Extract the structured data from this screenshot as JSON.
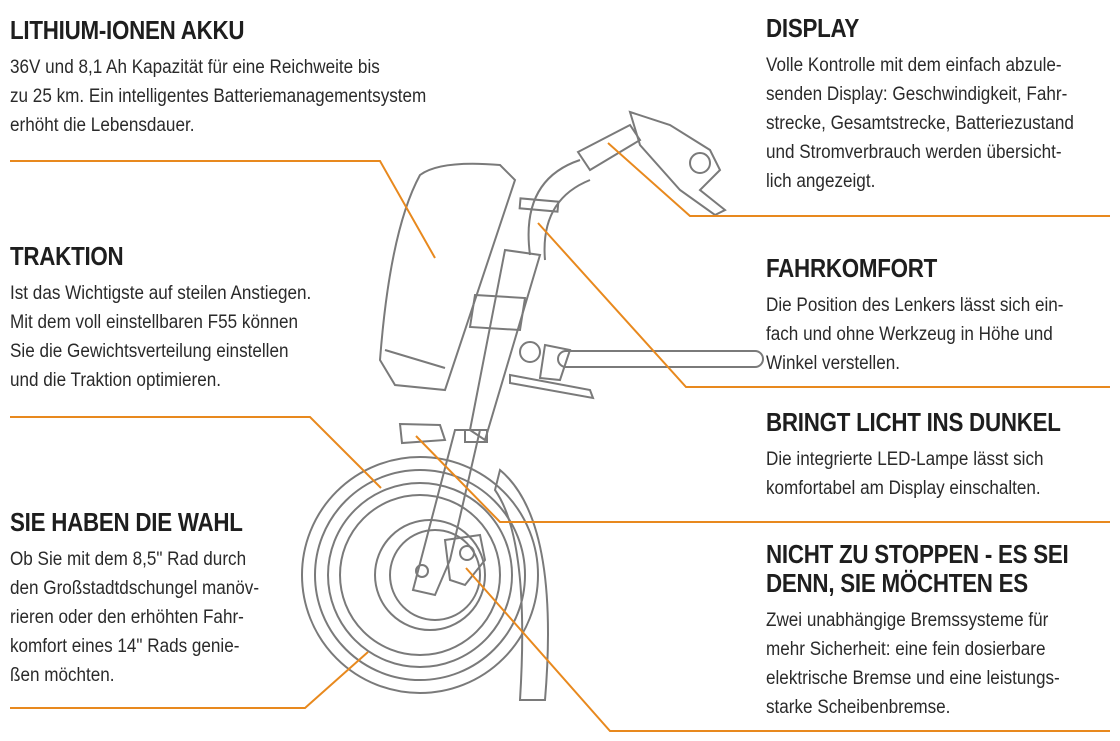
{
  "accent_color": "#e8891e",
  "drawing_color": "#7a7a7a",
  "sections": {
    "akku": {
      "title": "LITHIUM-IONEN AKKU",
      "text": "36V und 8,1 Ah Kapazität für eine Reichweite bis\nzu 25 km. Ein intelligentes Batteriemanagementsystem\nerhöht die Lebensdauer."
    },
    "traktion": {
      "title": "TRAKTION",
      "text": "Ist das Wichtigste auf steilen Anstiegen.\nMit dem voll einstellbaren F55 können\nSie die Gewichtsverteilung einstellen\nund die Traktion optimieren."
    },
    "wahl": {
      "title": "SIE HABEN DIE WAHL",
      "text": "Ob Sie mit dem 8,5\" Rad durch\nden Großstadtdschungel manöv-\nrieren oder den erhöhten Fahr-\nkomfort eines 14\" Rads genie-\nßen möchten."
    },
    "display": {
      "title": "DISPLAY",
      "text": "Volle Kontrolle mit dem einfach abzule-\nsenden Display: Geschwindigkeit, Fahr-\nstrecke, Gesamtstrecke, Batteriezustand\nund Stromverbrauch werden übersicht-\nlich angezeigt."
    },
    "fahrkomfort": {
      "title": "FAHRKOMFORT",
      "text": "Die Position des Lenkers lässt sich ein-\nfach und ohne Werkzeug in Höhe und\nWinkel verstellen."
    },
    "licht": {
      "title": "BRINGT LICHT INS DUNKEL",
      "text": "Die integrierte LED-Lampe lässt sich\nkomfortabel am Display einschalten."
    },
    "bremse": {
      "title": "NICHT ZU STOPPEN - ES SEI\nDENN, SIE MÖCHTEN ES",
      "text": "Zwei unabhängige Bremssysteme für\nmehr Sicherheit: eine fein dosierbare\nelektrische Bremse und eine leistungs-\nstarke Scheibenbremse."
    }
  }
}
